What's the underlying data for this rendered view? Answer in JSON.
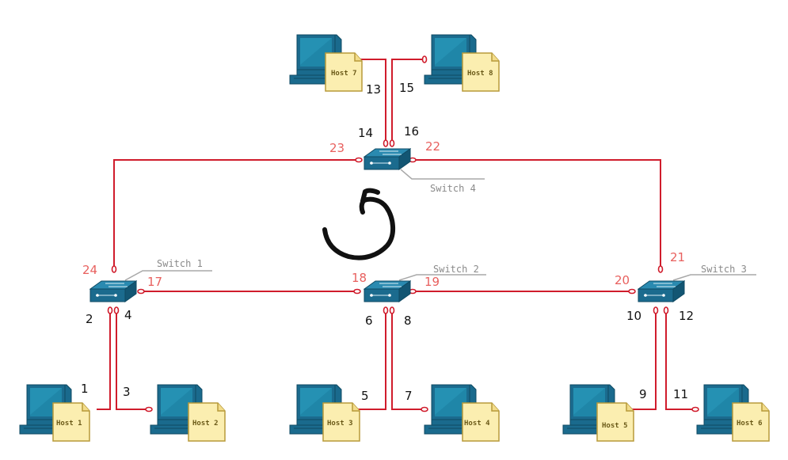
{
  "switches": {
    "sw1": {
      "label": "Switch 1"
    },
    "sw2": {
      "label": "Switch 2"
    },
    "sw3": {
      "label": "Switch 3"
    },
    "sw4": {
      "label": "Switch 4"
    }
  },
  "hosts": {
    "h1": {
      "label": "Host 1"
    },
    "h2": {
      "label": "Host 2"
    },
    "h3": {
      "label": "Host 3"
    },
    "h4": {
      "label": "Host 4"
    },
    "h5": {
      "label": "Host 5"
    },
    "h6": {
      "label": "Host 6"
    },
    "h7": {
      "label": "Host 7"
    },
    "h8": {
      "label": "Host 8"
    }
  },
  "ports": {
    "p1": "1",
    "p2": "2",
    "p3": "3",
    "p4": "4",
    "p5": "5",
    "p6": "6",
    "p7": "7",
    "p8": "8",
    "p9": "9",
    "p10": "10",
    "p11": "11",
    "p12": "12",
    "p13": "13",
    "p14": "14",
    "p15": "15",
    "p16": "16",
    "p17": "17",
    "p18": "18",
    "p19": "19",
    "p20": "20",
    "p21": "21",
    "p22": "22",
    "p23": "23",
    "p24": "24"
  },
  "colors": {
    "link": "#d01c2c",
    "switch_port_label": "#e8605e",
    "host_port_label": "#111111",
    "device_blue": "#1b6b8e",
    "note_yellow": "#fbeeb0"
  },
  "annotation": {
    "icon": "counterclockwise-loop-arrow"
  }
}
